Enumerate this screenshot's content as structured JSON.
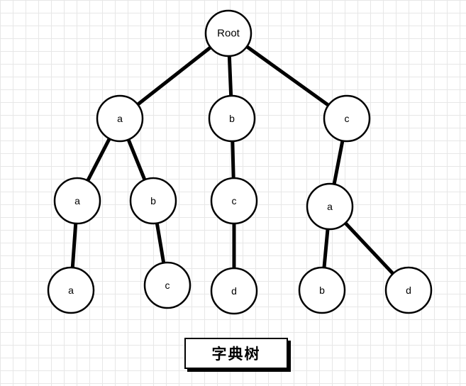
{
  "diagram": {
    "caption": "字典树",
    "nodes": [
      {
        "id": "root",
        "label": "Root"
      },
      {
        "id": "n_a",
        "label": "a"
      },
      {
        "id": "n_b",
        "label": "b"
      },
      {
        "id": "n_c",
        "label": "c"
      },
      {
        "id": "n_aa",
        "label": "a"
      },
      {
        "id": "n_ab",
        "label": "b"
      },
      {
        "id": "n_bc",
        "label": "c"
      },
      {
        "id": "n_ca",
        "label": "a"
      },
      {
        "id": "n_aaa",
        "label": "a"
      },
      {
        "id": "n_abc",
        "label": "c"
      },
      {
        "id": "n_bcd",
        "label": "d"
      },
      {
        "id": "n_cab",
        "label": "b"
      },
      {
        "id": "n_cad",
        "label": "d"
      }
    ],
    "edges": [
      {
        "from": "root",
        "to": "n_a"
      },
      {
        "from": "root",
        "to": "n_b"
      },
      {
        "from": "root",
        "to": "n_c"
      },
      {
        "from": "n_a",
        "to": "n_aa"
      },
      {
        "from": "n_a",
        "to": "n_ab"
      },
      {
        "from": "n_b",
        "to": "n_bc"
      },
      {
        "from": "n_c",
        "to": "n_ca"
      },
      {
        "from": "n_aa",
        "to": "n_aaa"
      },
      {
        "from": "n_ab",
        "to": "n_abc"
      },
      {
        "from": "n_bc",
        "to": "n_bcd"
      },
      {
        "from": "n_ca",
        "to": "n_cab"
      },
      {
        "from": "n_ca",
        "to": "n_cad"
      }
    ]
  }
}
